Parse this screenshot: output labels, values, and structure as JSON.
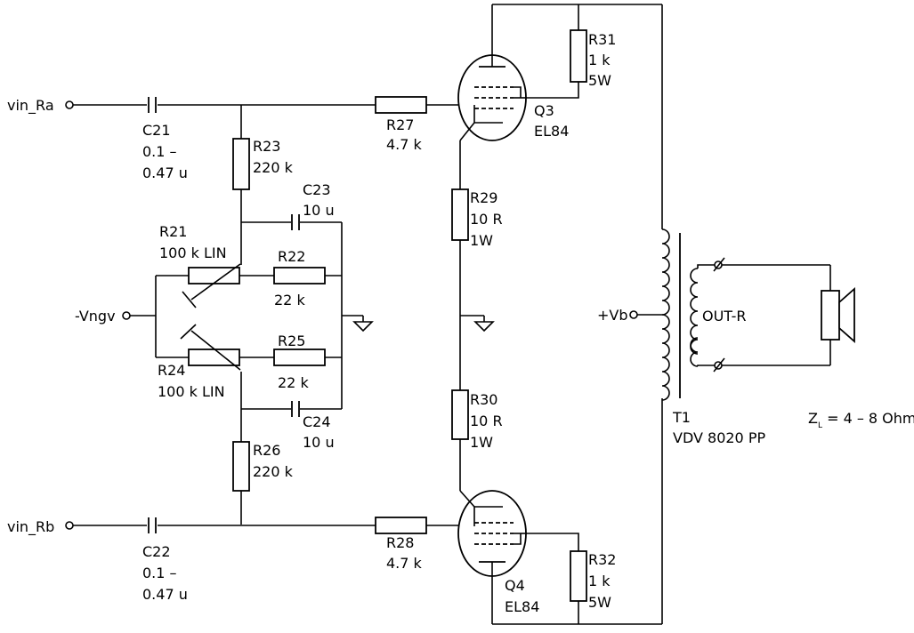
{
  "inputs": {
    "vin_ra": "vin_Ra",
    "vin_rb": "vin_Rb",
    "vngv": "-Vngv",
    "vb": "+Vb"
  },
  "components": {
    "c21": {
      "ref": "C21",
      "value_1": "0.1 –",
      "value_2": "0.47 u"
    },
    "c22": {
      "ref": "C22",
      "value_1": "0.1 –",
      "value_2": "0.47 u"
    },
    "c23": {
      "ref": "C23",
      "value": "10 u"
    },
    "c24": {
      "ref": "C24",
      "value": "10 u"
    },
    "r21": {
      "ref": "R21",
      "value": "100 k LIN"
    },
    "r24": {
      "ref": "R24",
      "value": "100 k LIN"
    },
    "r22": {
      "ref": "R22",
      "value": "22 k"
    },
    "r25": {
      "ref": "R25",
      "value": "22 k"
    },
    "r23": {
      "ref": "R23",
      "value": "220 k"
    },
    "r26": {
      "ref": "R26",
      "value": "220 k"
    },
    "r27": {
      "ref": "R27",
      "value": "4.7 k"
    },
    "r28": {
      "ref": "R28",
      "value": "4.7 k"
    },
    "r29": {
      "ref": "R29",
      "value_1": "10 R",
      "value_2": "1W"
    },
    "r30": {
      "ref": "R30",
      "value_1": "10 R",
      "value_2": "1W"
    },
    "r31": {
      "ref": "R31",
      "value_1": "1 k",
      "value_2": "5W"
    },
    "r32": {
      "ref": "R32",
      "value_1": "1 k",
      "value_2": "5W"
    },
    "q3": {
      "ref": "Q3",
      "type": "EL84"
    },
    "q4": {
      "ref": "Q4",
      "type": "EL84"
    },
    "t1": {
      "ref": "T1",
      "type": "VDV 8020 PP",
      "winding": "OUT-R"
    }
  },
  "load": {
    "z_main": "Z",
    "z_sub": "L",
    "z_value": " = 4 – 8 Ohm"
  }
}
